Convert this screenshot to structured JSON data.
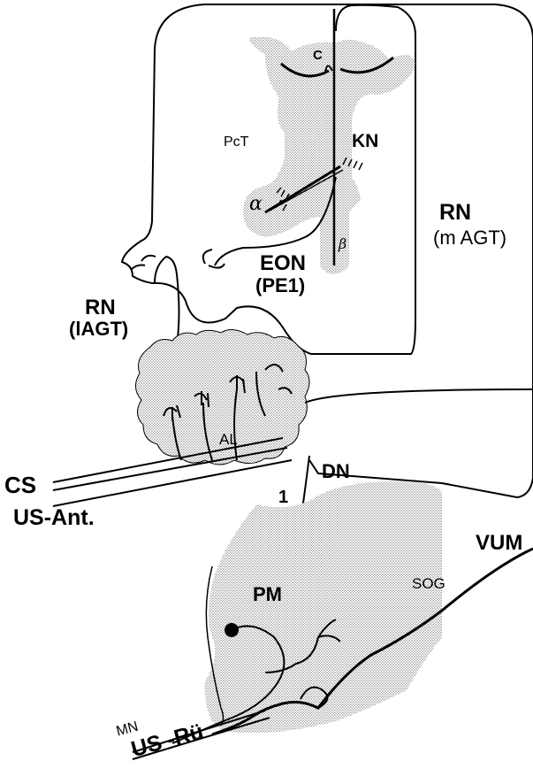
{
  "labels": {
    "c": "C",
    "pct": "PcT",
    "kn": "KN",
    "alpha": "α",
    "beta": "β",
    "rn_m": "RN",
    "mAGT": "(m AGT)",
    "eon": "EON",
    "pe1": "(PE1)",
    "rn_l": "RN",
    "lAGT": "(lAGT)",
    "al": "AL",
    "dn": "DN",
    "one": "1",
    "cs": "CS",
    "us_ant": "US-Ant.",
    "vum": "VUM",
    "sog": "SOG",
    "pm": "PM",
    "mn": "MN",
    "us_ru": "US -Rü"
  },
  "colors": {
    "ink": "#000000",
    "stipple": "#bdbdbd",
    "paper": "#ffffff"
  }
}
